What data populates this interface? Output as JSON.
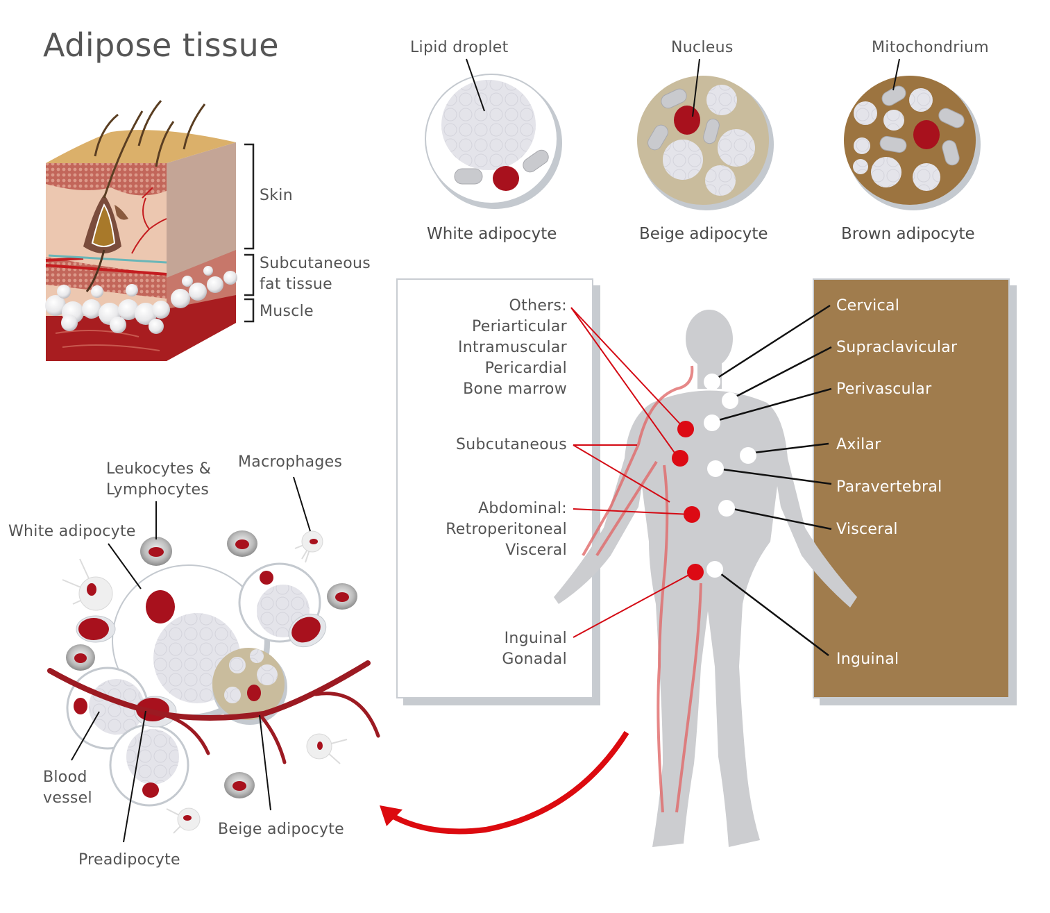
{
  "title": "Adipose tissue",
  "skin_section": {
    "layers": [
      "Skin",
      "Subcutaneous",
      "fat tissue",
      "Muscle"
    ]
  },
  "cell_types": {
    "callouts": [
      "Lipid droplet",
      "Nucleus",
      "Mitochondrium"
    ],
    "captions": [
      "White adipocyte",
      "Beige adipocyte",
      "Brown adipocyte"
    ]
  },
  "white_fat_locations": {
    "groups": [
      [
        "Others:",
        "Periarticular",
        "Intramuscular",
        "Pericardial",
        "Bone marrow"
      ],
      [
        "Subcutaneous"
      ],
      [
        "Abdominal:",
        "Retroperitoneal",
        "Visceral"
      ],
      [
        "Inguinal",
        "Gonadal"
      ]
    ]
  },
  "brown_fat_locations": {
    "items": [
      "Cervical",
      "Supraclavicular",
      "Perivascular",
      "Axilar",
      "Paravertebral",
      "Visceral",
      "Inguinal"
    ]
  },
  "tissue_composition": {
    "labels": [
      "Leukocytes &",
      "Lymphocytes",
      "Macrophages",
      "White adipocyte",
      "Blood",
      "vessel",
      "Beige adipocyte",
      "Preadipocyte"
    ]
  },
  "colors": {
    "white_fat_marker": "#dc0a14",
    "brown_fat_panel": "#a07c4d",
    "beige_cell": "#c9bc9d",
    "brown_cell": "#9c7440",
    "nucleus": "#a8111d",
    "body": "#cccdd0",
    "arrow": "#dc0a0f"
  }
}
